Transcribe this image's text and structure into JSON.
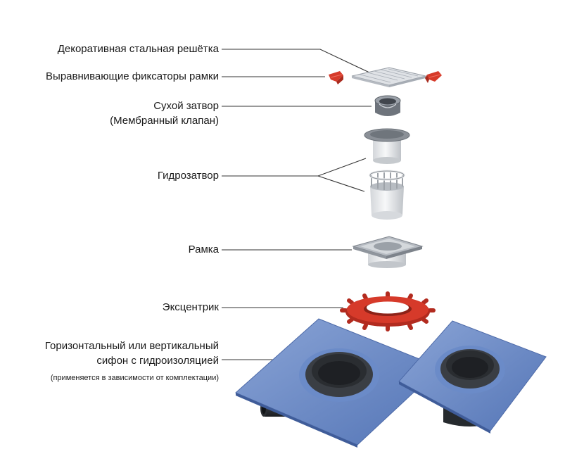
{
  "labels": {
    "grate": "Декоративная стальная решётка",
    "frame_fixers": "Выравнивающие фиксаторы рамки",
    "dry_seal_line1": "Сухой затвор",
    "dry_seal_line2": "(Мембранный клапан)",
    "water_seal": "Гидрозатвор",
    "frame": "Рамка",
    "eccentric": "Эксцентрик",
    "siphon_line1": "Горизонтальный или вертикальный",
    "siphon_line2": "сифон с гидроизоляцией",
    "siphon_note": "(применяется в зависимости от комплектации)"
  },
  "colors": {
    "membrane": "#5b7fbf",
    "drain_body": "#3d4147",
    "red_parts": "#d63a2a",
    "steel": "#c9ced4",
    "plastic": "#e6e8eb",
    "leader_line": "#333333"
  }
}
